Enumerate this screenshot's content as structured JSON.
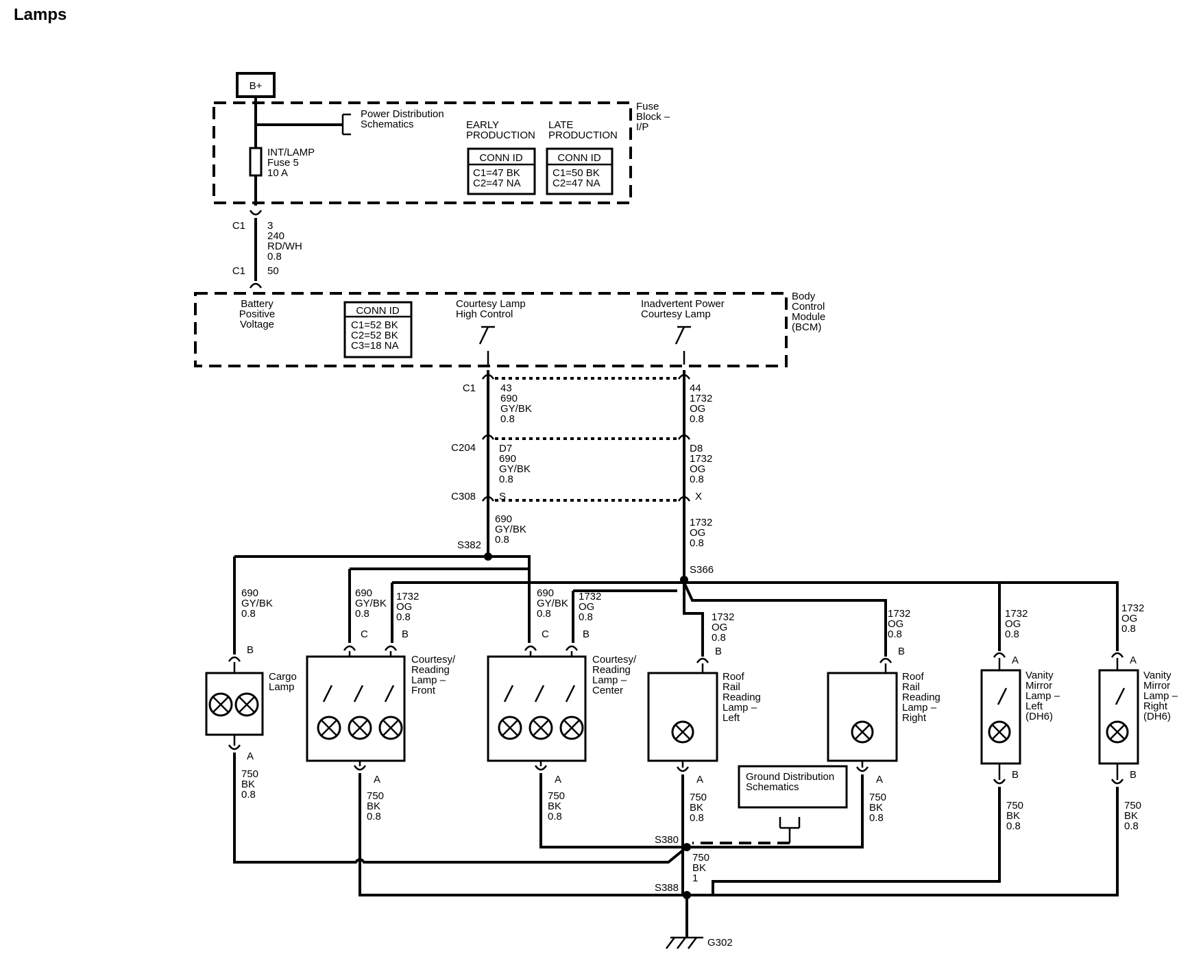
{
  "title": "Lamps",
  "b_plus": "B+",
  "fuse_block": {
    "label": [
      "Fuse",
      "Block –",
      "I/P"
    ],
    "pds": [
      "Power Distribution",
      "Schematics"
    ],
    "early": [
      "EARLY",
      "PRODUCTION"
    ],
    "late": [
      "LATE",
      "PRODUCTION"
    ],
    "conn_id": "CONN ID",
    "early_conn": [
      "C1=47 BK",
      "C2=47 NA"
    ],
    "late_conn": [
      "C1=50 BK",
      "C2=47 NA"
    ],
    "fuse": [
      "INT/LAMP",
      "Fuse 5",
      "10 A"
    ]
  },
  "c1_top": "C1",
  "wire_240": [
    "3",
    "240",
    "RD/WH",
    "0.8"
  ],
  "c1_bcm": "C1",
  "pin_50": "50",
  "bcm": {
    "label": [
      "Body",
      "Control",
      "Module",
      "(BCM)"
    ],
    "battery": [
      "Battery",
      "Positive",
      "Voltage"
    ],
    "conn_id": "CONN ID",
    "conn": [
      "C1=52 BK",
      "C2=52 BK",
      "C3=18 NA"
    ],
    "courtesy": [
      "Courtesy Lamp",
      "High Control"
    ],
    "inadvertent": [
      "Inadvertent Power",
      "Courtesy Lamp"
    ]
  },
  "conn_c1": "C1",
  "conn_c204": "C204",
  "conn_c308": "C308",
  "w690_c1": [
    "43",
    "690",
    "GY/BK",
    "0.8"
  ],
  "w1732_c1": [
    "44",
    "1732",
    "OG",
    "0.8"
  ],
  "w690_c204": [
    "D7",
    "690",
    "GY/BK",
    "0.8"
  ],
  "w1732_c204": [
    "D8",
    "1732",
    "OG",
    "0.8"
  ],
  "pin_s": "S",
  "pin_x": "X",
  "w690_c308": [
    "690",
    "GY/BK",
    "0.8"
  ],
  "w1732_c308": [
    "1732",
    "OG",
    "0.8"
  ],
  "s382": "S382",
  "s366": "S366",
  "s380": "S380",
  "s388": "S388",
  "g302": "G302",
  "gds": [
    "Ground Distribution",
    "Schematics"
  ],
  "w690": [
    "690",
    "GY/BK",
    "0.8"
  ],
  "w1732": [
    "1732",
    "OG",
    "0.8"
  ],
  "w750": [
    "750",
    "BK",
    "0.8"
  ],
  "w750_main": [
    "750",
    "BK",
    "1"
  ],
  "pins": {
    "a": "A",
    "b": "B",
    "c": "C"
  },
  "lamps": {
    "cargo": [
      "Cargo",
      "Lamp"
    ],
    "front": [
      "Courtesy/",
      "Reading",
      "Lamp –",
      "Front"
    ],
    "center": [
      "Courtesy/",
      "Reading",
      "Lamp –",
      "Center"
    ],
    "rr_left": [
      "Roof",
      "Rail",
      "Reading",
      "Lamp –",
      "Left"
    ],
    "rr_right": [
      "Roof",
      "Rail",
      "Reading",
      "Lamp –",
      "Right"
    ],
    "vm_left": [
      "Vanity",
      "Mirror",
      "Lamp –",
      "Left",
      "(DH6)"
    ],
    "vm_right": [
      "Vanity",
      "Mirror",
      "Lamp –",
      "Right",
      "(DH6)"
    ]
  }
}
